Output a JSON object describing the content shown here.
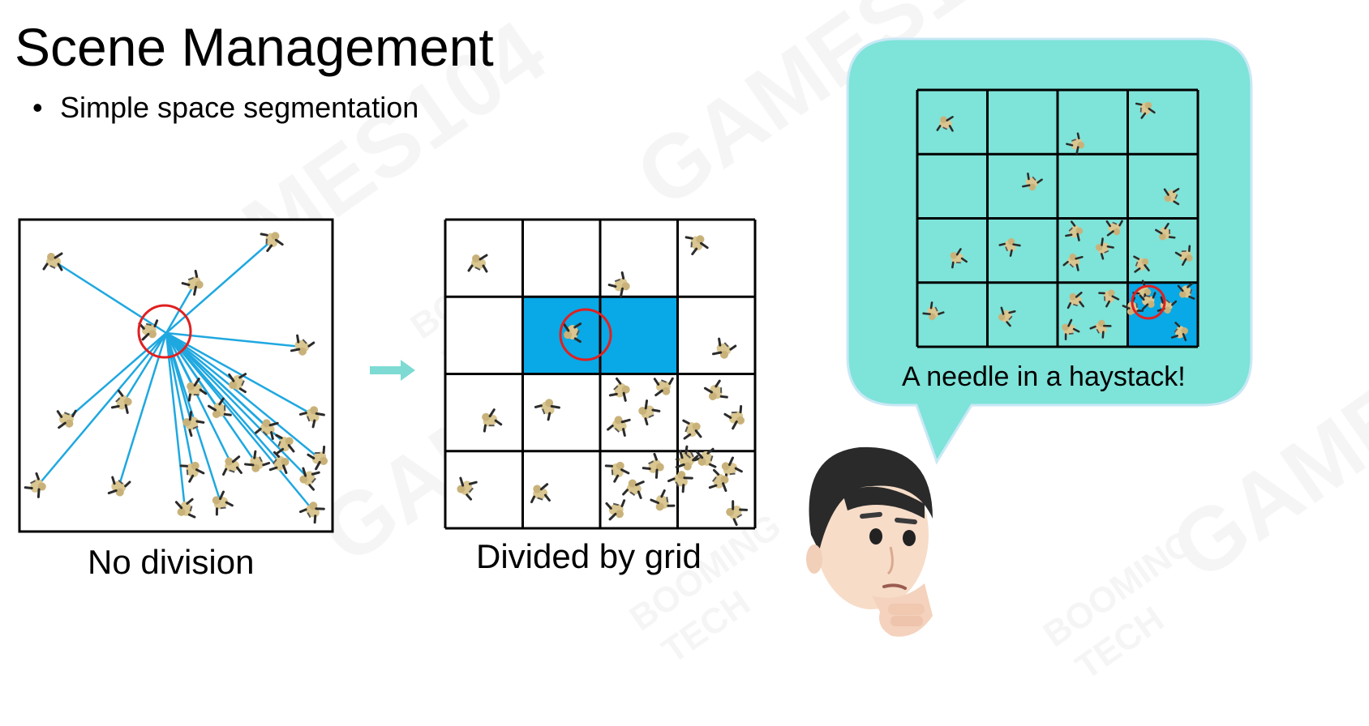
{
  "slide": {
    "title": "Scene Management",
    "bullet": "Simple space segmentation"
  },
  "panels": {
    "no_division": {
      "caption": "No division"
    },
    "grid": {
      "caption": "Divided by grid",
      "rows": 4,
      "cols": 4
    },
    "bubble": {
      "caption": "A needle in a haystack!",
      "rows": 4,
      "cols": 4
    }
  },
  "watermark": {
    "brand": "GAMES104",
    "studio_line1": "BOOMING",
    "studio_line2": "TECH"
  },
  "colors": {
    "line": "#1fa8e0",
    "highlight": "#08a9e6",
    "circle": "#e02020",
    "bubble": "#7ee3d8",
    "arrow": "#7ddbd4",
    "grid": "#000000",
    "character": "#d9c690"
  }
}
